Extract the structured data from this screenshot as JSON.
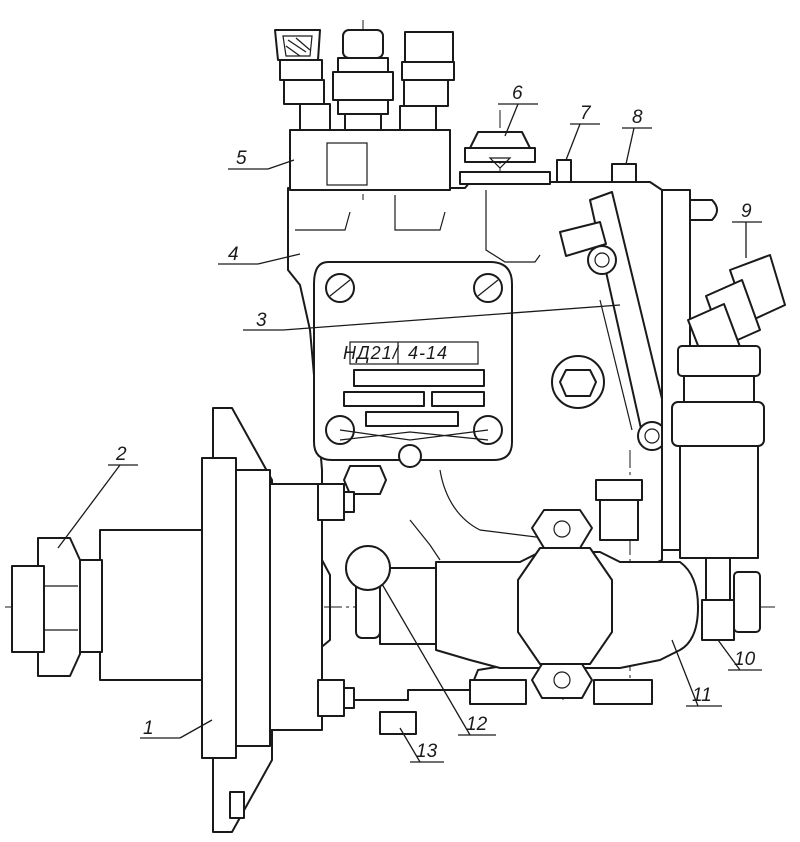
{
  "nameplate": {
    "model": "НД21/",
    "variant": "4-14"
  },
  "callouts": [
    {
      "id": "c1",
      "label": "1"
    },
    {
      "id": "c2",
      "label": "2"
    },
    {
      "id": "c3",
      "label": "3"
    },
    {
      "id": "c4",
      "label": "4"
    },
    {
      "id": "c5",
      "label": "5"
    },
    {
      "id": "c6",
      "label": "6"
    },
    {
      "id": "c7",
      "label": "7"
    },
    {
      "id": "c8",
      "label": "8"
    },
    {
      "id": "c9",
      "label": "9"
    },
    {
      "id": "c10",
      "label": "10"
    },
    {
      "id": "c11",
      "label": "11"
    },
    {
      "id": "c12",
      "label": "12"
    },
    {
      "id": "c13",
      "label": "13"
    }
  ]
}
